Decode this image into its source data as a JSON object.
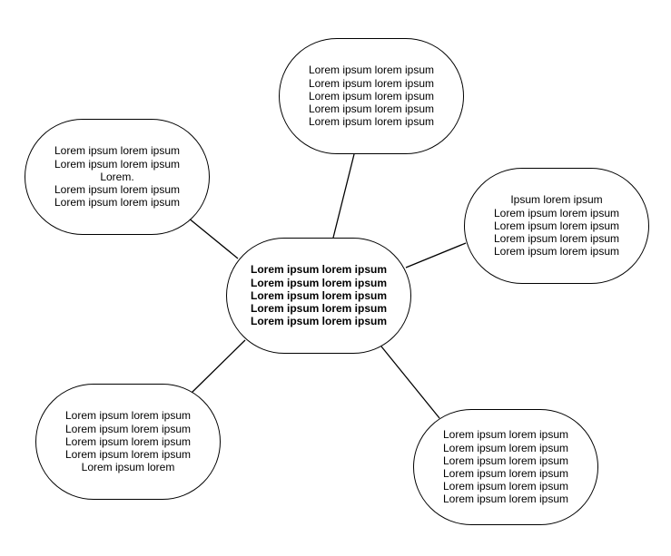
{
  "diagram": {
    "center": {
      "lines": [
        "Lorem ipsum lorem ipsum",
        "Lorem ipsum lorem ipsum",
        "Lorem ipsum lorem ipsum",
        "Lorem ipsum lorem ipsum",
        "Lorem ipsum lorem ipsum"
      ]
    },
    "top": {
      "lines": [
        "Lorem ipsum lorem ipsum",
        "Lorem ipsum lorem ipsum",
        "Lorem ipsum lorem ipsum",
        "Lorem ipsum lorem ipsum",
        "Lorem ipsum lorem ipsum"
      ]
    },
    "left": {
      "lines": [
        "Lorem ipsum lorem ipsum",
        "Lorem ipsum lorem ipsum",
        "Lorem.",
        "Lorem ipsum lorem ipsum",
        "Lorem ipsum lorem ipsum"
      ]
    },
    "right": {
      "lines": [
        "Ipsum lorem ipsum",
        "Lorem ipsum lorem ipsum",
        "Lorem ipsum lorem ipsum",
        "Lorem ipsum lorem ipsum",
        "Lorem ipsum lorem ipsum"
      ]
    },
    "bottom_left": {
      "lines": [
        "Lorem ipsum lorem ipsum",
        "Lorem ipsum lorem ipsum",
        "Lorem ipsum lorem ipsum",
        "Lorem ipsum lorem ipsum",
        "Lorem ipsum lorem"
      ]
    },
    "bottom_right": {
      "lines": [
        "Lorem ipsum lorem ipsum",
        "Lorem ipsum lorem ipsum",
        "Lorem ipsum lorem ipsum",
        "Lorem ipsum lorem ipsum",
        "Lorem ipsum lorem ipsum",
        "Lorem ipsum lorem ipsum"
      ]
    },
    "colors": {
      "stroke": "#000000",
      "fill": "#ffffff",
      "text": "#000000"
    }
  }
}
